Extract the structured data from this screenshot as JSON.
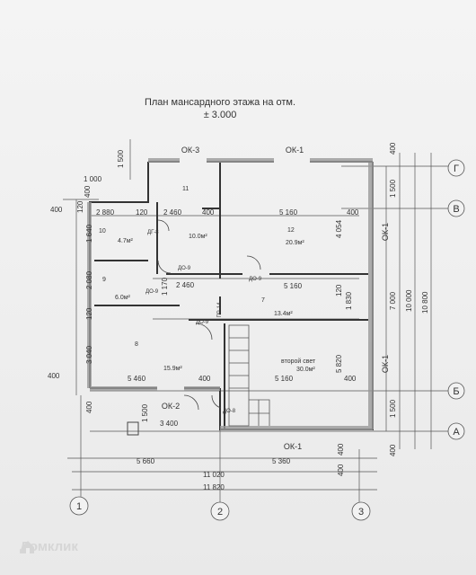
{
  "title": {
    "line1": "План мансардного этажа на отм.",
    "line2": "± 3.000"
  },
  "rooms": [
    {
      "num": "11",
      "area": ""
    },
    {
      "num": "10",
      "area": "4.7м²"
    },
    {
      "num": "",
      "area": "10.0м²"
    },
    {
      "num": "12",
      "area": "20.9м²"
    },
    {
      "num": "9",
      "area": "6.0м²"
    },
    {
      "num": "7",
      "area": "13.4м²"
    },
    {
      "num": "8",
      "area": "15.9м²"
    },
    {
      "num": "второй свет",
      "area": "30.0м²"
    }
  ],
  "openings": [
    "ОК-3",
    "ОК-1",
    "ОК-1",
    "ОК-1",
    "ОК-2",
    "ОК-1",
    "ДГ-8",
    "ДО-9",
    "ДО-9",
    "ДО-9",
    "ДО-9",
    "ДО-8",
    "ПР-14"
  ],
  "dimensions": {
    "top": [
      "1 500",
      "1 000",
      "400",
      "2 880",
      "120",
      "2 460",
      "400",
      "5 160",
      "400",
      "400"
    ],
    "inner": [
      "1 640",
      "120",
      "2 080",
      "1 170",
      "2 460",
      "5 160",
      "4 054",
      "120",
      "1 830",
      "120",
      "3 040",
      "5 460",
      "400",
      "5 820",
      "5 160",
      "400",
      "400"
    ],
    "bottom": [
      "1 500",
      "3 400",
      "400",
      "400",
      "5 660",
      "5 360",
      "400",
      "11 020",
      "11 820"
    ],
    "right": [
      "400",
      "1 500",
      "7 000",
      "10 000",
      "10 800",
      "1 500",
      "400"
    ]
  },
  "axes": {
    "rows": [
      "Г",
      "В",
      "Б",
      "А"
    ],
    "cols": [
      "1",
      "2",
      "3"
    ]
  },
  "watermark": "Домклик"
}
